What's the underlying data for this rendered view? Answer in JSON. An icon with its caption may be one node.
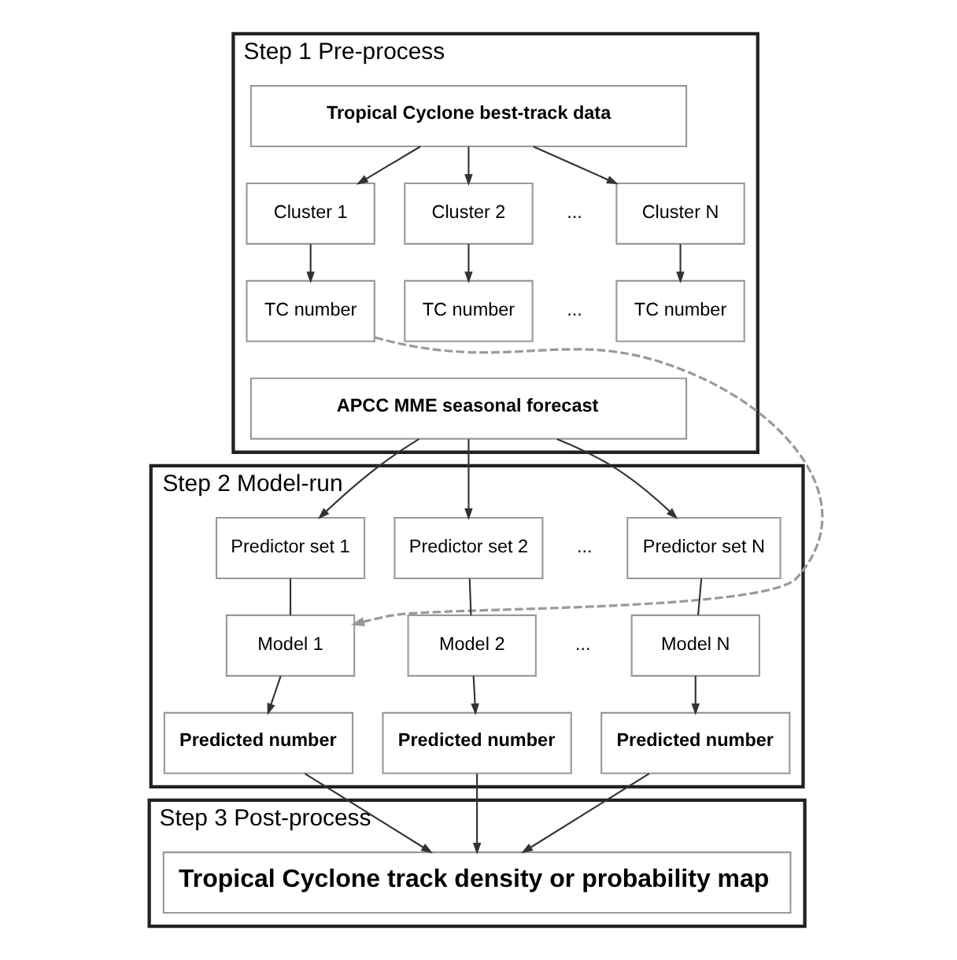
{
  "diagram": {
    "nodes": [
      {
        "text": [
          "Step 1 Pre-process"
        ]
      },
      {
        "text": [
          "Tropical Cyclone best-track data"
        ],
        "in": 0
      },
      {
        "text": [
          "Cluster 1"
        ],
        "in": 0
      },
      {
        "text": [
          "Cluster 2"
        ],
        "in": 0
      },
      {
        "text": [
          "Cluster N"
        ],
        "in": 0
      },
      {
        "text": [
          "TC number"
        ],
        "in": 0
      },
      {
        "text": [
          "TC number"
        ],
        "in": 0
      },
      {
        "text": [
          "TC number"
        ],
        "in": 0
      },
      {
        "text": [
          "APCC MME seasonal forecast"
        ],
        "in": 0
      },
      {
        "text": [
          "Step 2 Model-run"
        ]
      },
      {
        "text": [
          "Predictor set 1"
        ],
        "in": 9
      },
      {
        "text": [
          "Predictor set 2"
        ],
        "in": 9
      },
      {
        "text": [
          "Predictor set N"
        ],
        "in": 9
      },
      {
        "text": [
          "Model 1"
        ],
        "in": 9
      },
      {
        "text": [
          "Model 2"
        ],
        "in": 9
      },
      {
        "text": [
          "Model N"
        ],
        "in": 9
      },
      {
        "text": [
          "Predicted number"
        ],
        "in": 9
      },
      {
        "text": [
          "Predicted number"
        ],
        "in": 9
      },
      {
        "text": [
          "Predicted number"
        ],
        "in": 9
      },
      {
        "text": [
          "Step 3 Post-process"
        ]
      },
      {
        "text": [
          "Tropical Cyclone track density or probability map"
        ],
        "in": 19
      }
    ],
    "edges": [
      {
        "from": 1,
        "to": 2,
        "arrow": "to"
      },
      {
        "from": 1,
        "to": 3,
        "arrow": "to"
      },
      {
        "from": 1,
        "to": 4,
        "arrow": "to"
      },
      {
        "from": 2,
        "to": 5,
        "arrow": "to"
      },
      {
        "from": 3,
        "to": 6,
        "arrow": "to"
      },
      {
        "from": 4,
        "to": 7,
        "arrow": "to"
      },
      {
        "from": 8,
        "to": 10,
        "arrow": "to"
      },
      {
        "from": 8,
        "to": 11,
        "arrow": "to"
      },
      {
        "from": 8,
        "to": 12,
        "arrow": "to"
      },
      {
        "from": 5,
        "to": 13,
        "arrow": "to",
        "style": "dashed",
        "color": "#999999"
      },
      {
        "from": 10,
        "to": 13,
        "arrow": "none"
      },
      {
        "from": 11,
        "to": 14,
        "arrow": "none"
      },
      {
        "from": 12,
        "to": 15,
        "arrow": "none"
      },
      {
        "from": 13,
        "to": 16,
        "arrow": "to"
      },
      {
        "from": 14,
        "to": 17,
        "arrow": "to"
      },
      {
        "from": 15,
        "to": 18,
        "arrow": "to"
      },
      {
        "from": 16,
        "to": 20,
        "arrow": "to"
      },
      {
        "from": 17,
        "to": 20,
        "arrow": "to"
      },
      {
        "from": 18,
        "to": 20,
        "arrow": "to"
      }
    ],
    "labels": [
      "...",
      "...",
      "...",
      "..."
    ]
  }
}
